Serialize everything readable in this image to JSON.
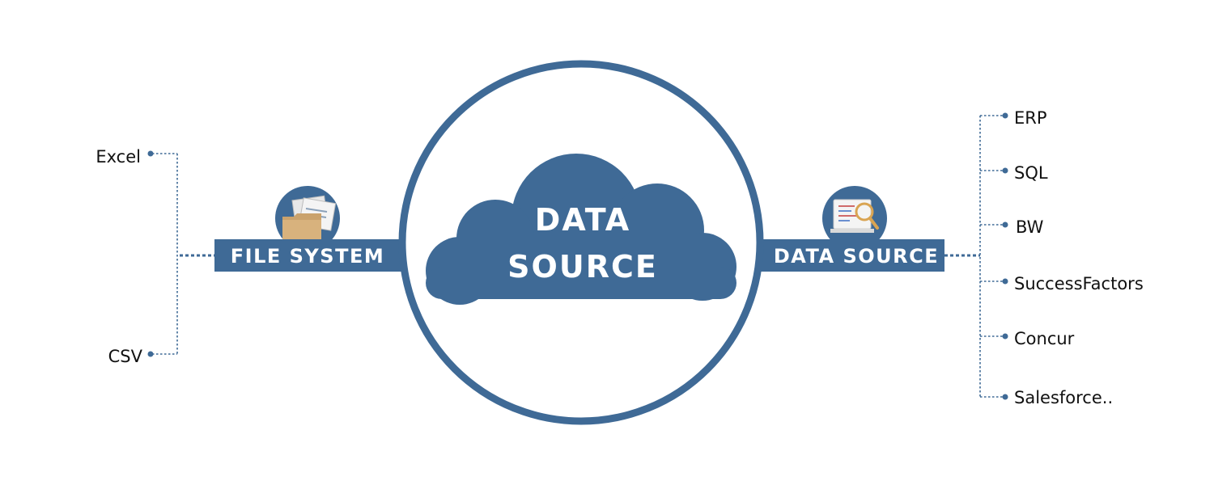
{
  "colors": {
    "primary": "#3f6a96",
    "text": "#111111",
    "background": "#ffffff"
  },
  "center": {
    "line1": "DATA",
    "line2": "SOURCE"
  },
  "left_banner": {
    "label": "FILE SYSTEM",
    "icon": "folder-documents-icon"
  },
  "right_banner": {
    "label": "DATA SOURCE",
    "icon": "document-magnifier-icon"
  },
  "left_items": [
    "Excel",
    "CSV"
  ],
  "right_items": [
    "ERP",
    "SQL",
    "BW",
    "SuccessFactors",
    "Concur",
    "Salesforce.."
  ]
}
